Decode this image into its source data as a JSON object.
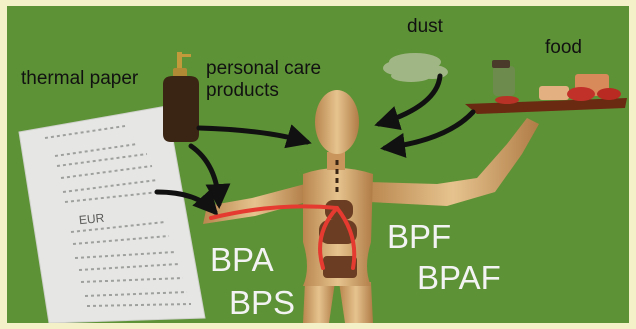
{
  "sources": {
    "thermal_paper": "thermal paper",
    "personal_care": "personal care\nproducts",
    "dust": "dust",
    "food": "food"
  },
  "chemicals": [
    "BPA",
    "BPS",
    "BPF",
    "BPAF"
  ],
  "receipt_text": "EUR",
  "colors": {
    "background": "#5d9236",
    "border": "#f4f0c8",
    "arrow": "#111111",
    "pathway": "#e43a30",
    "figure": "#d9b27a",
    "organ": "#6b3d22"
  }
}
